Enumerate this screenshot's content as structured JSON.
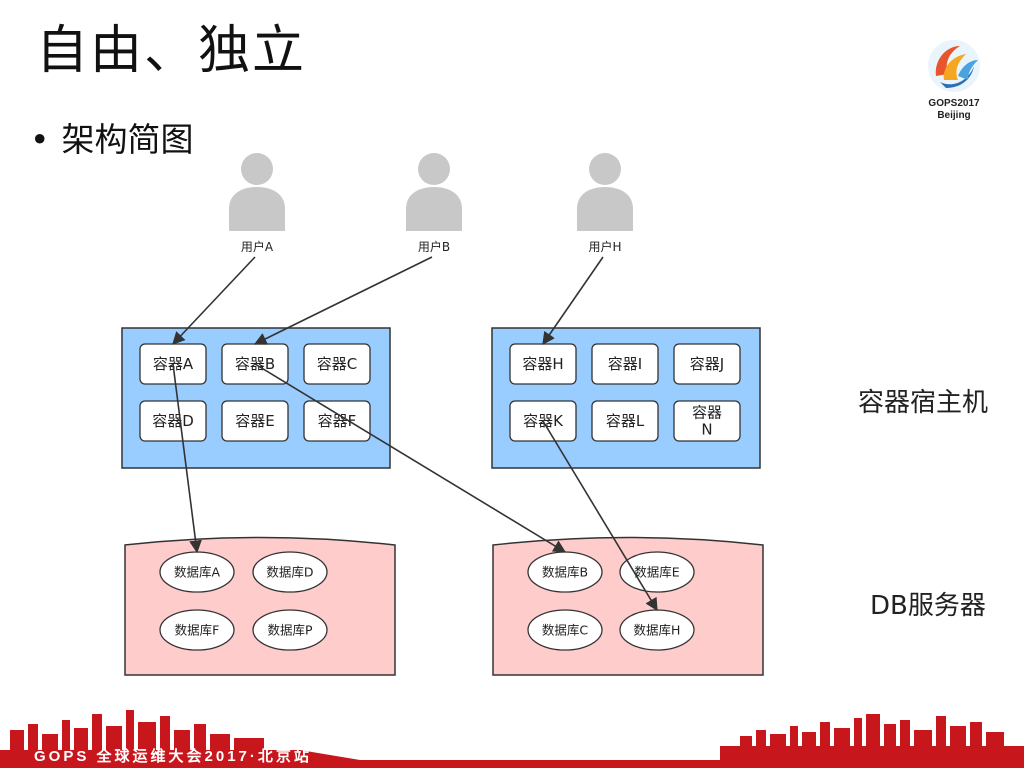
{
  "title": "自由、独立",
  "bullet": "架构简图",
  "logo": {
    "line1": "GOPS2017",
    "line2": "Beijing"
  },
  "footer": "GOPS 全球运维大会2017·北京站",
  "labels": {
    "hosts": "容器宿主机",
    "db": "DB服务器"
  },
  "users": [
    {
      "id": "ua",
      "label": "用户A"
    },
    {
      "id": "ub",
      "label": "用户B"
    },
    {
      "id": "uh",
      "label": "用户H"
    }
  ],
  "containers": [
    {
      "id": "cA",
      "label": "容器A"
    },
    {
      "id": "cB",
      "label": "容器B"
    },
    {
      "id": "cC",
      "label": "容器C"
    },
    {
      "id": "cD",
      "label": "容器D"
    },
    {
      "id": "cE",
      "label": "容器E"
    },
    {
      "id": "cF",
      "label": "容器F"
    },
    {
      "id": "cH",
      "label": "容器H"
    },
    {
      "id": "cI",
      "label": "容器I"
    },
    {
      "id": "cJ",
      "label": "容器J"
    },
    {
      "id": "cK",
      "label": "容器K"
    },
    {
      "id": "cL",
      "label": "容器L"
    },
    {
      "id": "cN",
      "label": "容器\nN"
    }
  ],
  "databases": [
    {
      "id": "dA",
      "label": "数据库A"
    },
    {
      "id": "dD",
      "label": "数据库D"
    },
    {
      "id": "dF",
      "label": "数据库F"
    },
    {
      "id": "dP",
      "label": "数据库P"
    },
    {
      "id": "dB",
      "label": "数据库B"
    },
    {
      "id": "dE",
      "label": "数据库E"
    },
    {
      "id": "dC",
      "label": "数据库C"
    },
    {
      "id": "dH",
      "label": "数据库H"
    }
  ],
  "connections": [
    [
      "ua",
      "cA"
    ],
    [
      "ub",
      "cB"
    ],
    [
      "uh",
      "cH"
    ],
    [
      "cA",
      "dA"
    ],
    [
      "cB",
      "dB"
    ],
    [
      "cK",
      "dH"
    ]
  ],
  "colors": {
    "host_fill": "#99ccff",
    "db_fill": "#ffcccc",
    "footer_red": "#c8161d",
    "person": "#c8c8c8"
  }
}
